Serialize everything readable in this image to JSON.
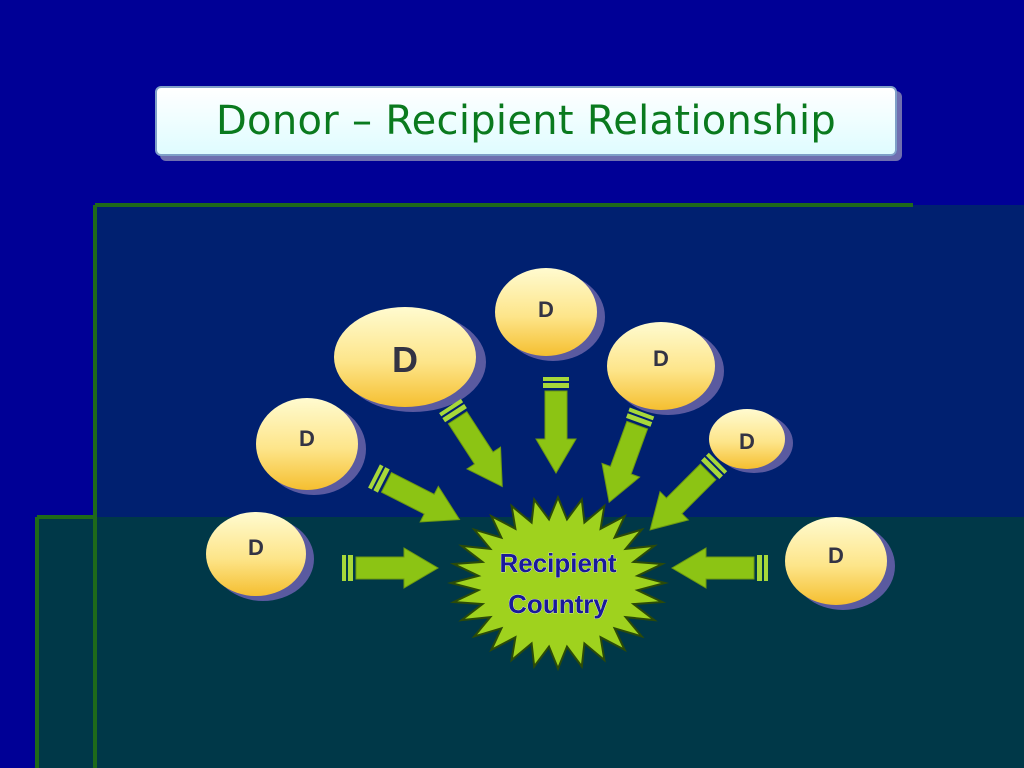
{
  "slide": {
    "title": "Donor – Recipient Relationship"
  },
  "diagram": {
    "center_label_line1": "Recipient",
    "center_label_line2": "Country",
    "donors": [
      {
        "id": "donor-top",
        "label": "D"
      },
      {
        "id": "donor-large",
        "label": "D"
      },
      {
        "id": "donor-upper-right",
        "label": "D"
      },
      {
        "id": "donor-left",
        "label": "D"
      },
      {
        "id": "donor-right-small",
        "label": "D"
      },
      {
        "id": "donor-bottom-left",
        "label": "D"
      },
      {
        "id": "donor-bottom-right",
        "label": "D"
      }
    ]
  },
  "colors": {
    "background": "#000096",
    "panel_upper": "#002070",
    "panel_lower": "#003848",
    "panel_border": "#1f6a1a",
    "title_text": "#0a7a1e",
    "arrow_fill": "#8cc414",
    "burst_fill": "#9fd21e",
    "center_text": "#1a1a9a",
    "donor_top": "#fff9c4",
    "donor_bottom": "#f7c63a"
  }
}
